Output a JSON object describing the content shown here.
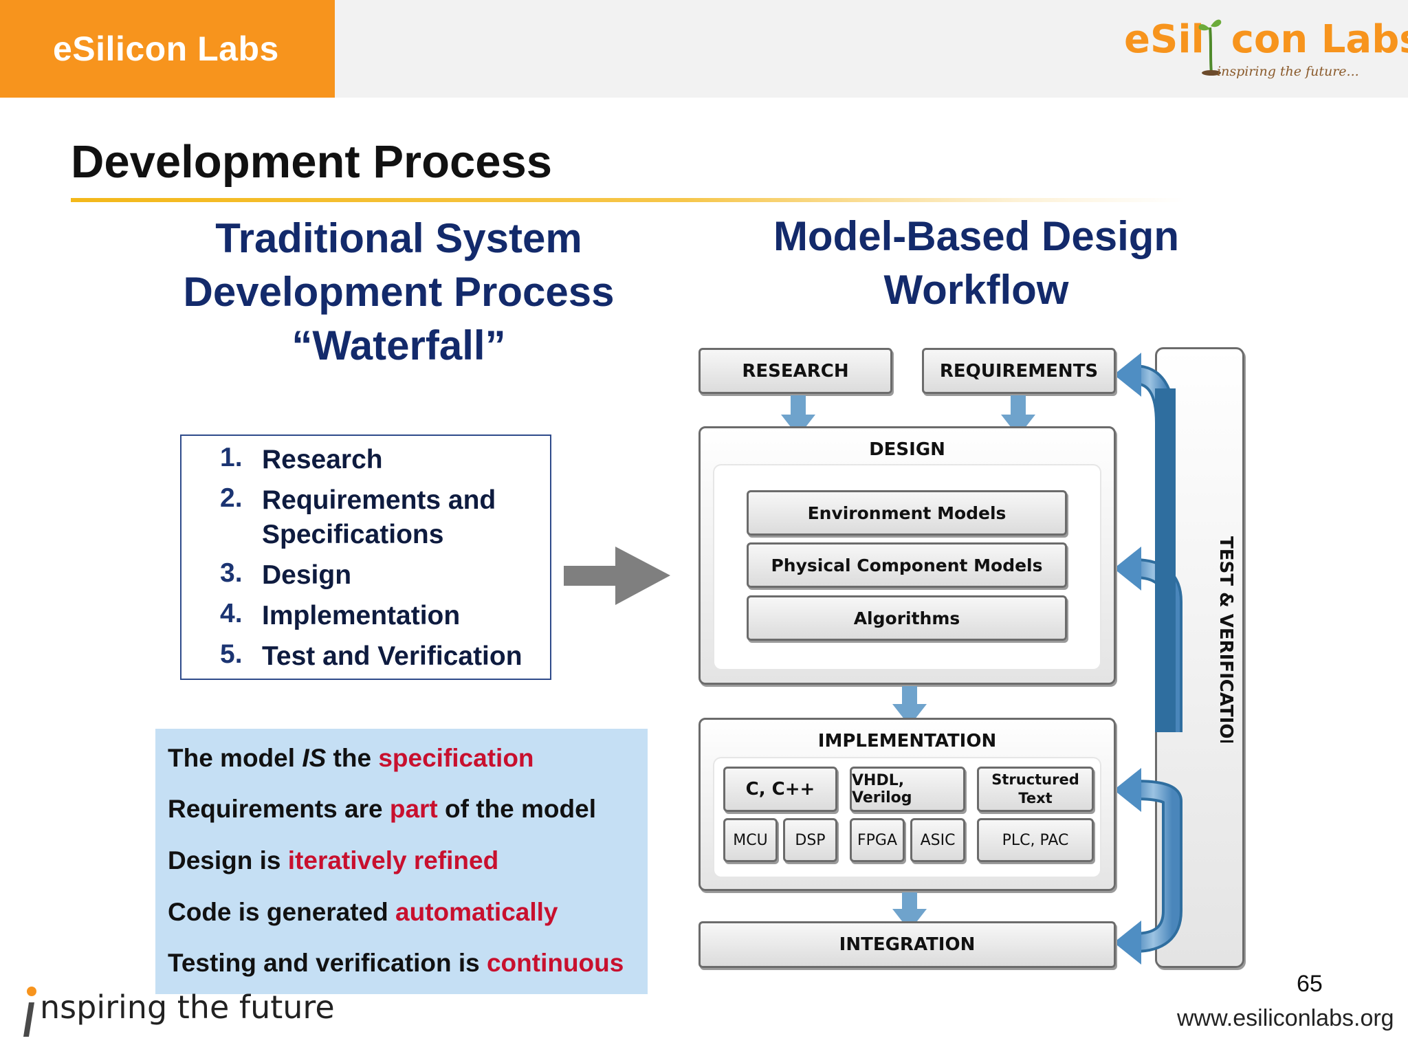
{
  "header": {
    "brand_tab": "eSilicon Labs",
    "logo_text": "eSil  con Labs",
    "logo_tagline": "inspiring the future..."
  },
  "title": "Development Process",
  "traditional": {
    "heading_lines": [
      "Traditional System",
      "Development Process",
      "“Waterfall”"
    ],
    "steps": [
      {
        "num": "1.",
        "text": "Research"
      },
      {
        "num": "2.",
        "text": "Requirements and",
        "text2": "Specifications"
      },
      {
        "num": "3.",
        "text": "Design"
      },
      {
        "num": "4.",
        "text": "Implementation"
      },
      {
        "num": "5.",
        "text": "Test and Verification"
      }
    ]
  },
  "benefits": [
    {
      "a": "The model ",
      "b": "IS",
      "c": " the ",
      "d": "specification",
      "e": ""
    },
    {
      "a": "Requirements are ",
      "b": "",
      "c": "",
      "d": "part",
      "e": " of the model"
    },
    {
      "a": "Design is ",
      "b": "",
      "c": "",
      "d": "iteratively refined",
      "e": ""
    },
    {
      "a": "Code is generated ",
      "b": "",
      "c": "",
      "d": "automatically",
      "e": ""
    },
    {
      "a": "Testing and verification is ",
      "b": "",
      "c": "",
      "d": "continuous",
      "e": ""
    }
  ],
  "mbd": {
    "heading_lines": [
      "Model-Based Design",
      "Workflow"
    ],
    "research": "RESEARCH",
    "requirements": "REQUIREMENTS",
    "design": {
      "label": "DESIGN",
      "items": [
        "Environment Models",
        "Physical Component Models",
        "Algorithms"
      ]
    },
    "implementation": {
      "label": "IMPLEMENTATION",
      "c": "C, C++",
      "vhdl": "VHDL, Verilog",
      "structured": [
        "Structured",
        "Text"
      ],
      "mcu": "MCU",
      "dsp": "DSP",
      "fpga": "FPGA",
      "asic": "ASIC",
      "plc": "PLC, PAC"
    },
    "integration": "INTEGRATION",
    "test_verification": "TEST & VERIFICATION"
  },
  "footer": {
    "page_number": "65",
    "url": "www.esiliconlabs.org",
    "slogan": "nspiring the future"
  },
  "colors": {
    "brand_orange": "#f7941d",
    "heading_navy": "#132a6b",
    "highlight_red": "#c8102e",
    "benefits_bg": "#c5dff4",
    "flow_arrow_blue": "#6fa3cc"
  }
}
